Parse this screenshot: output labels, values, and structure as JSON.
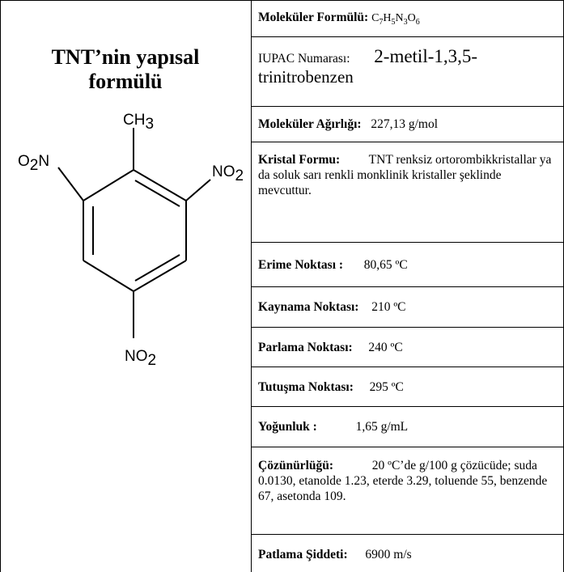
{
  "left": {
    "title_line1": "TNT’nin yapısal",
    "title_line2": "formülü",
    "structure": {
      "methyl_main": "CH",
      "methyl_sub": "3",
      "nitro_left_pre": "O",
      "nitro_left_sub": "2",
      "nitro_left_post": "N",
      "nitro_right_main": "NO",
      "nitro_right_sub": "2",
      "nitro_bottom_main": "NO",
      "nitro_bottom_sub": "2"
    }
  },
  "rows": {
    "formula": {
      "label": "Moleküler Formülü:",
      "parts": [
        "C",
        "7",
        "H",
        "5",
        "N",
        "3",
        "O",
        "6"
      ]
    },
    "iupac": {
      "label": "IUPAC Numarası:",
      "value_part1": "2-metil-1,3,5-",
      "value_part2": "trinitrobenzen"
    },
    "weight": {
      "label": "Moleküler Ağırlığı:",
      "value": "227,13 g/mol"
    },
    "crystal": {
      "label": "Kristal Formu:",
      "value_first": "TNT renksiz",
      "value_rest": "ortorombikkristallar ya da soluk sarı renkli monklinik kristaller şeklinde mevcuttur."
    },
    "melting": {
      "label": "Erime Noktası :",
      "value": "80,65 ºC"
    },
    "boiling": {
      "label": "Kaynama Noktası:",
      "value": "210 ºC"
    },
    "flash": {
      "label": "Parlama Noktası:",
      "value": "240 ºC"
    },
    "ignition": {
      "label": "Tutuşma Noktası:",
      "value": "295 ºC"
    },
    "density": {
      "label": "Yoğunluk :",
      "value": "1,65 g/mL"
    },
    "solubility": {
      "label": "Çözünürlüğü:",
      "value_first": "20 ºC’de g/100 g",
      "value_rest": "çözücüde; suda 0.0130, etanolde 1.23, eterde 3.29, toluende 55, benzende 67, asetonda 109."
    },
    "detonation": {
      "label": "Patlama Şiddeti:",
      "value": "6900 m/s"
    }
  }
}
